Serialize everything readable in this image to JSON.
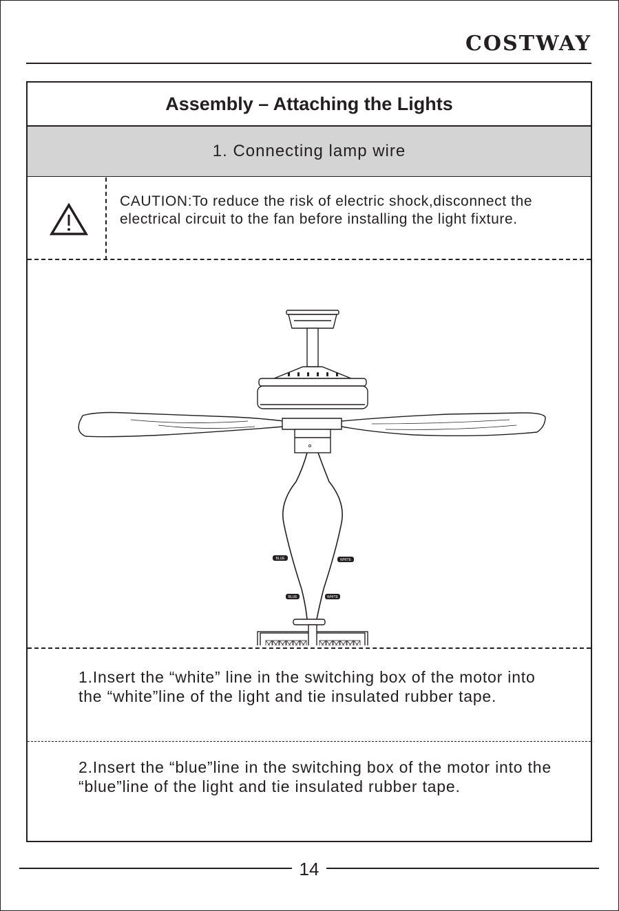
{
  "brand": "COSTWAY",
  "title": "Assembly – Attaching the Lights",
  "step_heading": "1. Connecting lamp wire",
  "caution": "CAUTION:To reduce the risk of electric shock,disconnect the electrical circuit to the fan before installing the light fixture.",
  "wire_labels": {
    "motor_blue": "BLUE",
    "motor_white": "WHITE",
    "light_blue": "BLUE",
    "light_white": "WHITE"
  },
  "instructions": [
    "1.Insert the “white” line in the switching box of the motor into the “white”line of the light and tie insulated rubber tape.",
    "2.Insert the “blue”line in the switching box of the motor into the “blue”line of the light and tie insulated rubber tape."
  ],
  "page_number": "14",
  "icons": [
    "warning-triangle-icon"
  ]
}
